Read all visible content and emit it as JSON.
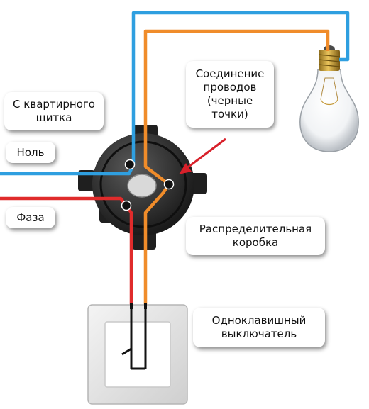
{
  "labels": {
    "from_panel": [
      "С квартирного",
      "щитка"
    ],
    "neutral": "Ноль",
    "phase": "Фаза",
    "wire_connection": [
      "Соединение",
      "проводов",
      "(черные",
      "точки)"
    ],
    "junction_box": [
      "Распределительная",
      "коробка"
    ],
    "switch": [
      "Одноклавишный",
      "выключатель"
    ]
  },
  "colors": {
    "neutral_wire": "#2f9fe0",
    "phase_wire": "#e02b2b",
    "switched_wire": "#f08c2a",
    "box": "#2c2c2c",
    "pointer_arrow": "#d8202a"
  },
  "icons": [
    "junction-box-icon",
    "light-bulb-icon",
    "wall-switch-icon"
  ]
}
